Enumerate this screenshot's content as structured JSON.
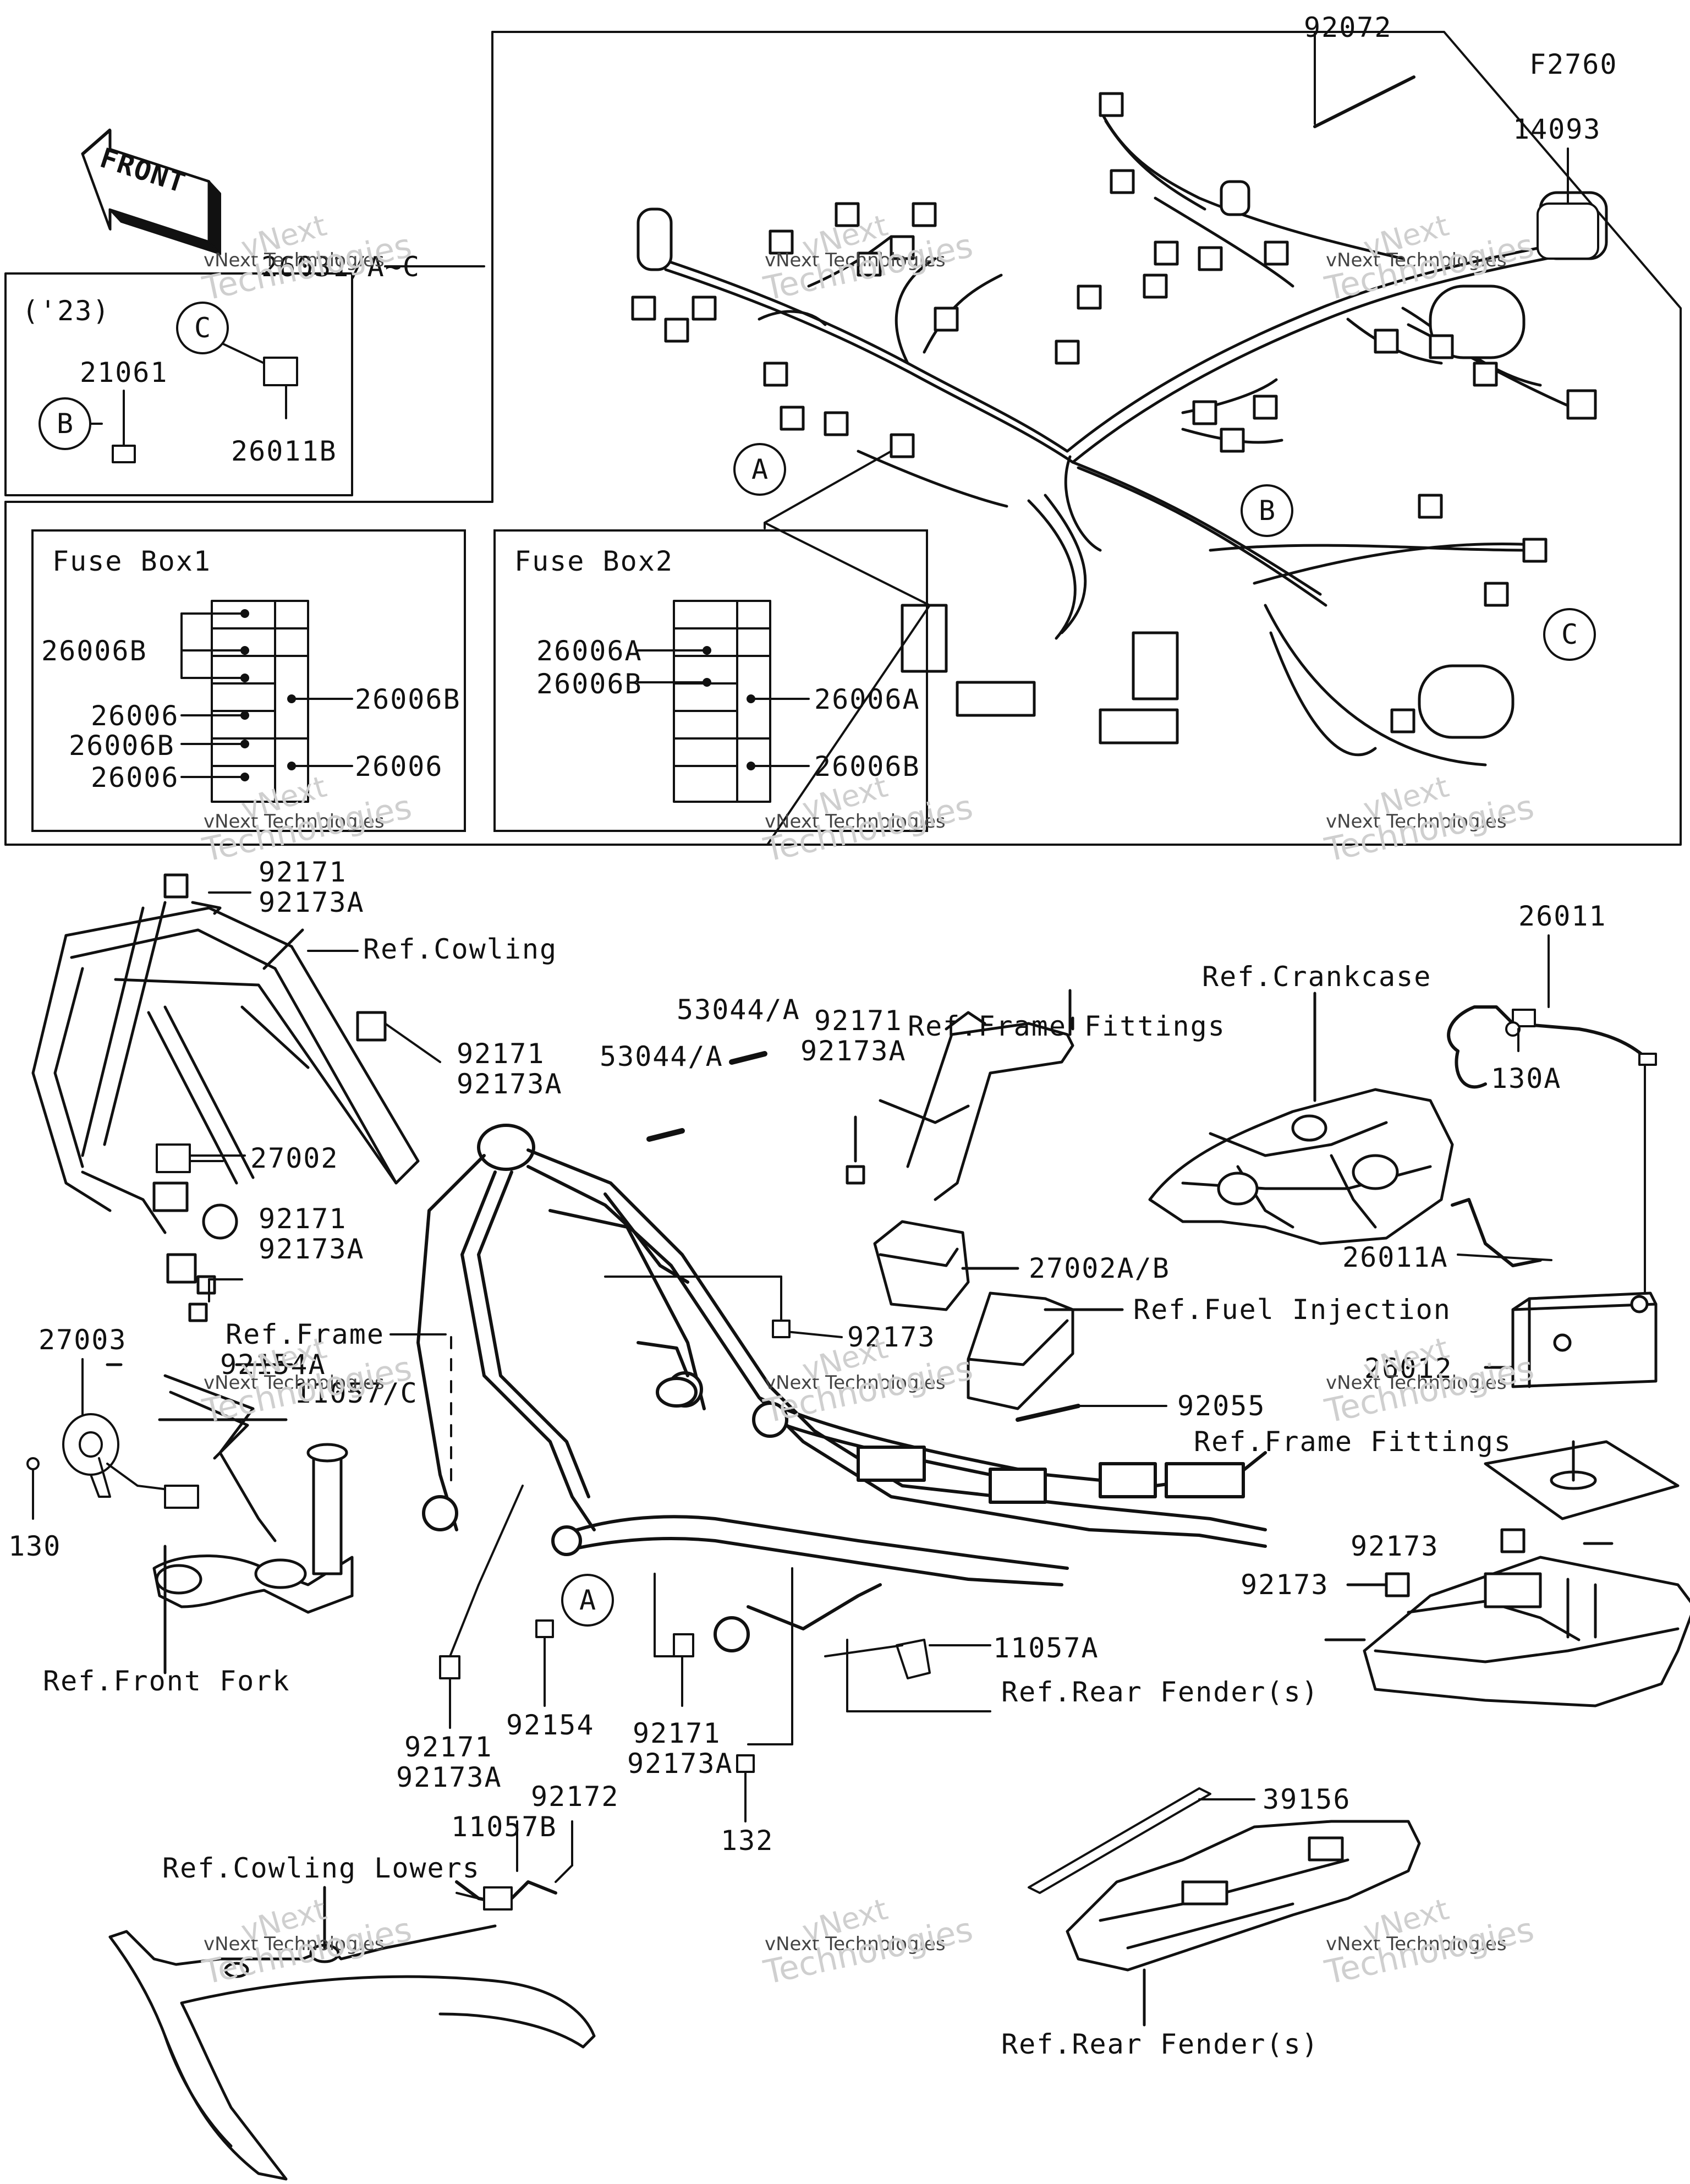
{
  "figure_code": "F2760",
  "front_label": "FRONT",
  "year_tag": "('23)",
  "watermark": {
    "line1": "vNext",
    "line2": "vNext Technologies",
    "line3": "Technologies"
  },
  "callouts": {
    "a": "A",
    "b": "B",
    "c": "C"
  },
  "fuse_box1": {
    "title": "Fuse Box1",
    "left_labels": [
      "26006B",
      "26006",
      "26006B",
      "26006"
    ],
    "right_labels": [
      "26006B",
      "26006"
    ]
  },
  "fuse_box2": {
    "title": "Fuse Box2",
    "left_labels": [
      "26006A",
      "26006B"
    ],
    "right_labels": [
      "26006A",
      "26006B"
    ]
  },
  "parts": {
    "p92072": "92072",
    "p14093": "14093",
    "p26031": "26031/A~C",
    "p21061": "21061",
    "p26011B": "26011B",
    "p92171_1": "92171",
    "p92173A_1": "92173A",
    "ref_cowling": "Ref.Cowling",
    "p92171_2": "92171",
    "p92173A_2": "92173A",
    "p27002": "27002",
    "p92171_3": "92171",
    "p92173A_3": "92173A",
    "p27003": "27003",
    "ref_frame": "Ref.Frame",
    "p92154A": "92154A",
    "p11057C": "11057/C",
    "p130": "130",
    "ref_front_fork": "Ref.Front Fork",
    "p53044A_1": "53044/A",
    "p53044A_2": "53044/A",
    "p92171_4": "92171",
    "p92173A_4": "92173A",
    "ref_frame_fittings_1": "Ref.Frame Fittings",
    "p27002AB": "27002A/B",
    "ref_fuel_injection": "Ref.Fuel Injection",
    "p92173_1": "92173",
    "p92055": "92055",
    "ref_crankcase": "Ref.Crankcase",
    "p26011": "26011",
    "p130A": "130A",
    "p26011A": "26011A",
    "p26012": "26012",
    "ref_frame_fittings_2": "Ref.Frame Fittings",
    "p92173_2": "92173",
    "p92173_3": "92173",
    "p11057A": "11057A",
    "ref_rear_fender_1": "Ref.Rear Fender(s)",
    "p92154": "92154",
    "p92171_5": "92171",
    "p92173A_5": "92173A",
    "p92171_6": "92171",
    "p92173A_6": "92173A",
    "p132": "132",
    "p92172": "92172",
    "p11057B": "11057B",
    "ref_cowling_lowers": "Ref.Cowling Lowers",
    "p39156": "39156",
    "ref_rear_fender_2": "Ref.Rear Fender(s)"
  }
}
